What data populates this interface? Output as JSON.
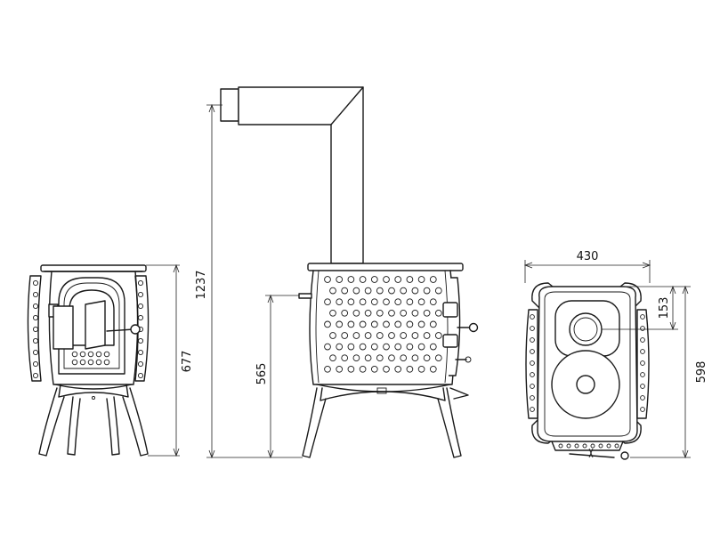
{
  "dimensions": {
    "front_height": "677",
    "flue_height": "1237",
    "outlet_height": "565",
    "top_width": "430",
    "top_depth": "598",
    "flue_offset": "153"
  },
  "colors": {
    "line": "#1a1a1a",
    "background": "#ffffff"
  }
}
